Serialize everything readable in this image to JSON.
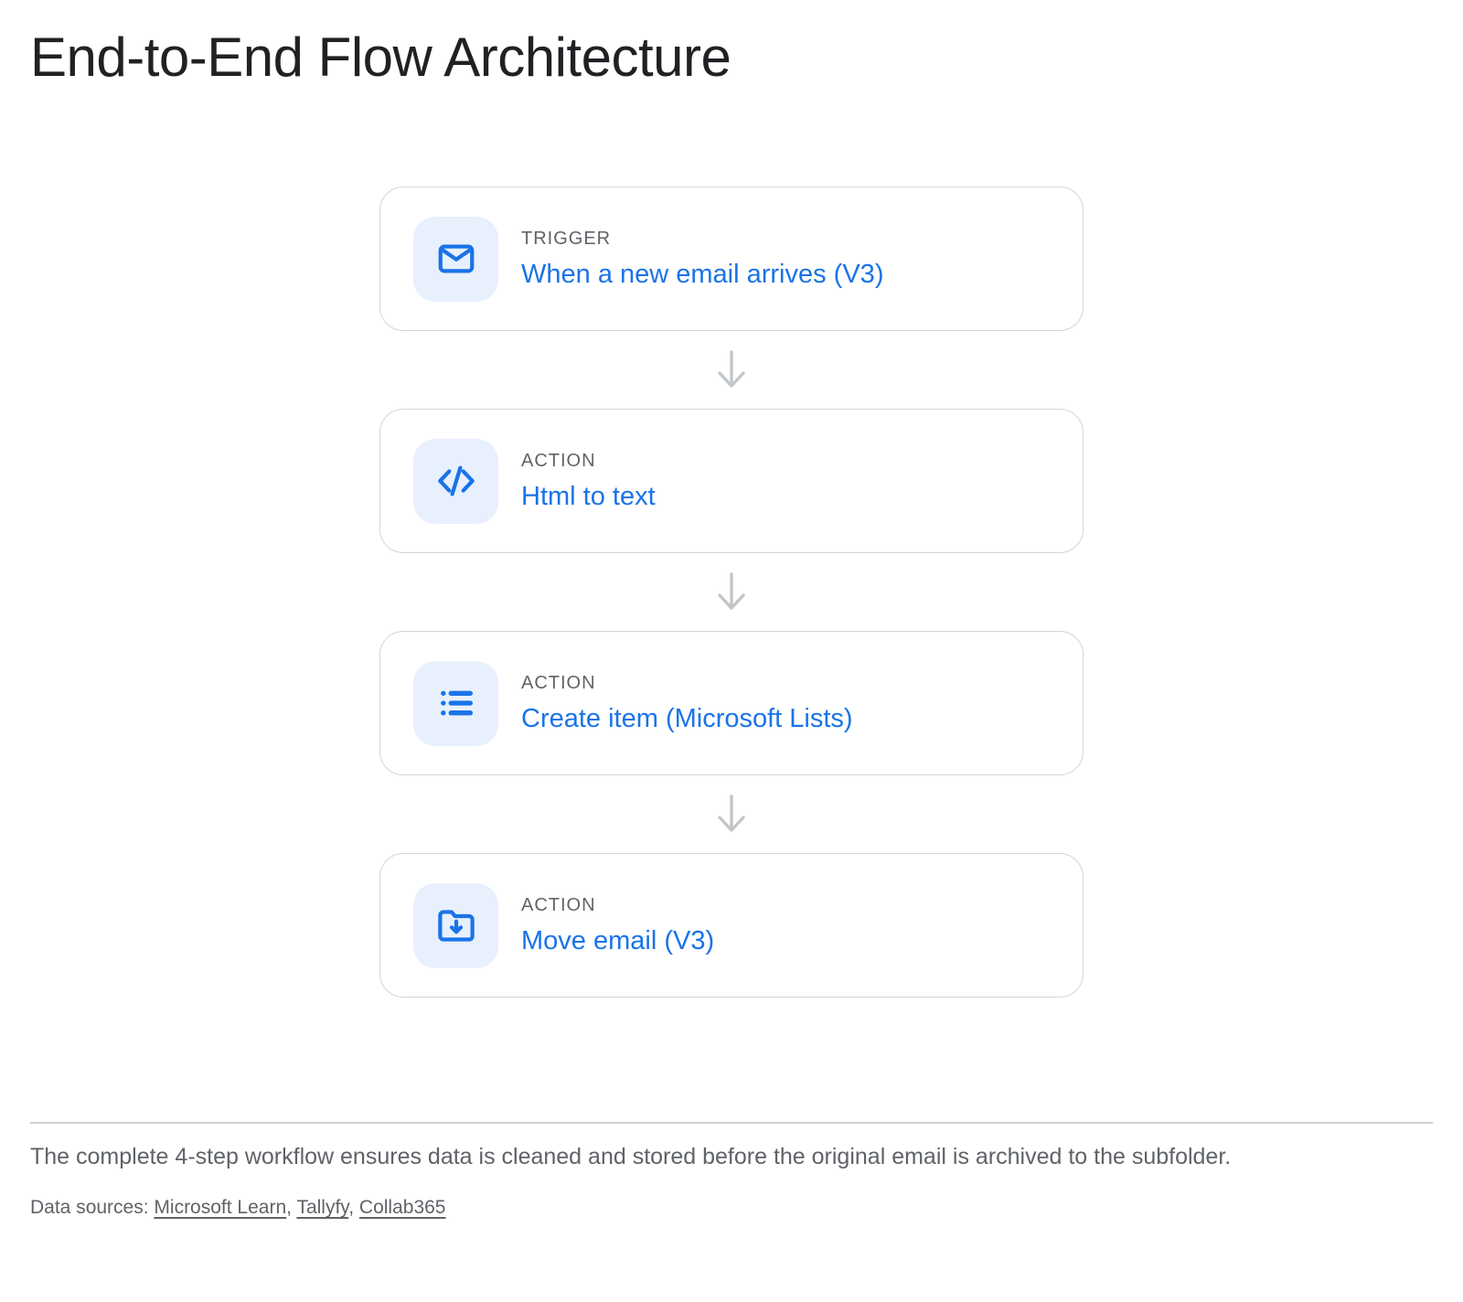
{
  "page": {
    "title": "End-to-End Flow Architecture"
  },
  "flow": {
    "steps": [
      {
        "type_label": "TRIGGER",
        "title": "When a new email arrives (V3)",
        "icon": "email-icon"
      },
      {
        "type_label": "ACTION",
        "title": "Html to text",
        "icon": "code-icon"
      },
      {
        "type_label": "ACTION",
        "title": "Create item (Microsoft Lists)",
        "icon": "bulleted-list-icon"
      },
      {
        "type_label": "ACTION",
        "title": "Move email (V3)",
        "icon": "folder-move-icon"
      }
    ]
  },
  "footer": {
    "caption": "The complete 4-step workflow ensures data is cleaned and stored before the original email is archived to the subfolder.",
    "data_sources_label": "Data sources: ",
    "sources": [
      {
        "label": "Microsoft Learn",
        "suffix": ", "
      },
      {
        "label": "Tallyfy",
        "suffix": ", "
      },
      {
        "label": "Collab365",
        "suffix": ""
      }
    ]
  },
  "colors": {
    "accent_blue": "#1a73e8",
    "icon_background": "#e8f0fe",
    "label_gray": "#5f6368",
    "title_dark": "#202124",
    "card_border": "#d2d5d9",
    "arrow_gray": "#c3c6c9"
  }
}
